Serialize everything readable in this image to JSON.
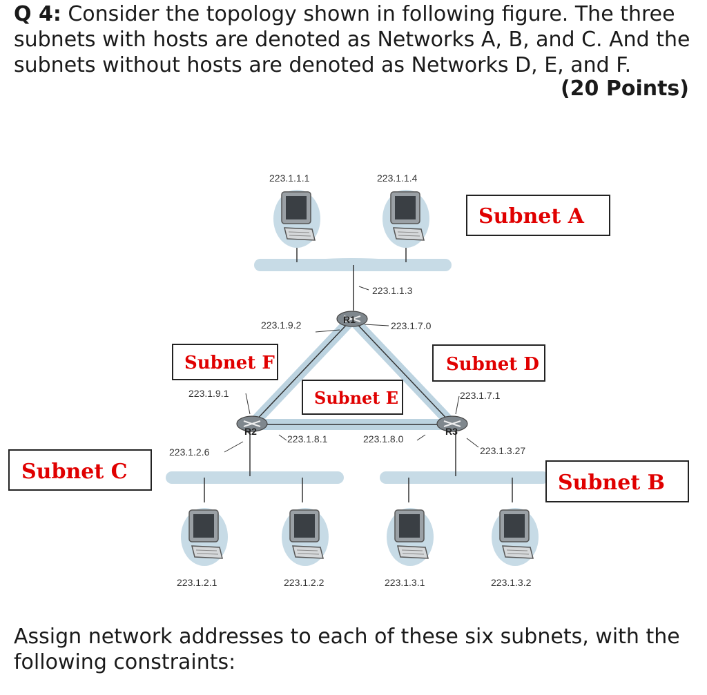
{
  "question": {
    "number": "Q 4:",
    "text": " Consider the topology shown in following figure. The three subnets with hosts are denoted as Networks A, B, and C. And the subnets without hosts are denoted as Networks D, E, and F.",
    "points": "(20 Points)"
  },
  "footer": "Assign network addresses to each of these six subnets, with the following constraints:",
  "colors": {
    "label_red": "#e00000",
    "segment": "#c7dbe6",
    "link": "#bcd3e0"
  },
  "diagram": {
    "routers": {
      "r1": "R1",
      "r2": "R2",
      "r3": "R3"
    },
    "ips": {
      "a_host1": "223.1.1.1",
      "a_host2": "223.1.1.4",
      "r1_a": "223.1.1.3",
      "r1_f": "223.1.9.2",
      "r1_d": "223.1.7.0",
      "r2_f": "223.1.9.1",
      "r3_d": "223.1.7.1",
      "r2_e": "223.1.8.1",
      "r3_e": "223.1.8.0",
      "r2_c": "223.1.2.6",
      "r3_b": "223.1.3.27",
      "c_host1": "223.1.2.1",
      "c_host2": "223.1.2.2",
      "b_host1": "223.1.3.1",
      "b_host2": "223.1.3.2"
    },
    "subnets": {
      "a": "Subnet A",
      "b": "Subnet B",
      "c": "Subnet C",
      "d": "Subnet D",
      "e": "Subnet E",
      "f": "Subnet F"
    }
  }
}
